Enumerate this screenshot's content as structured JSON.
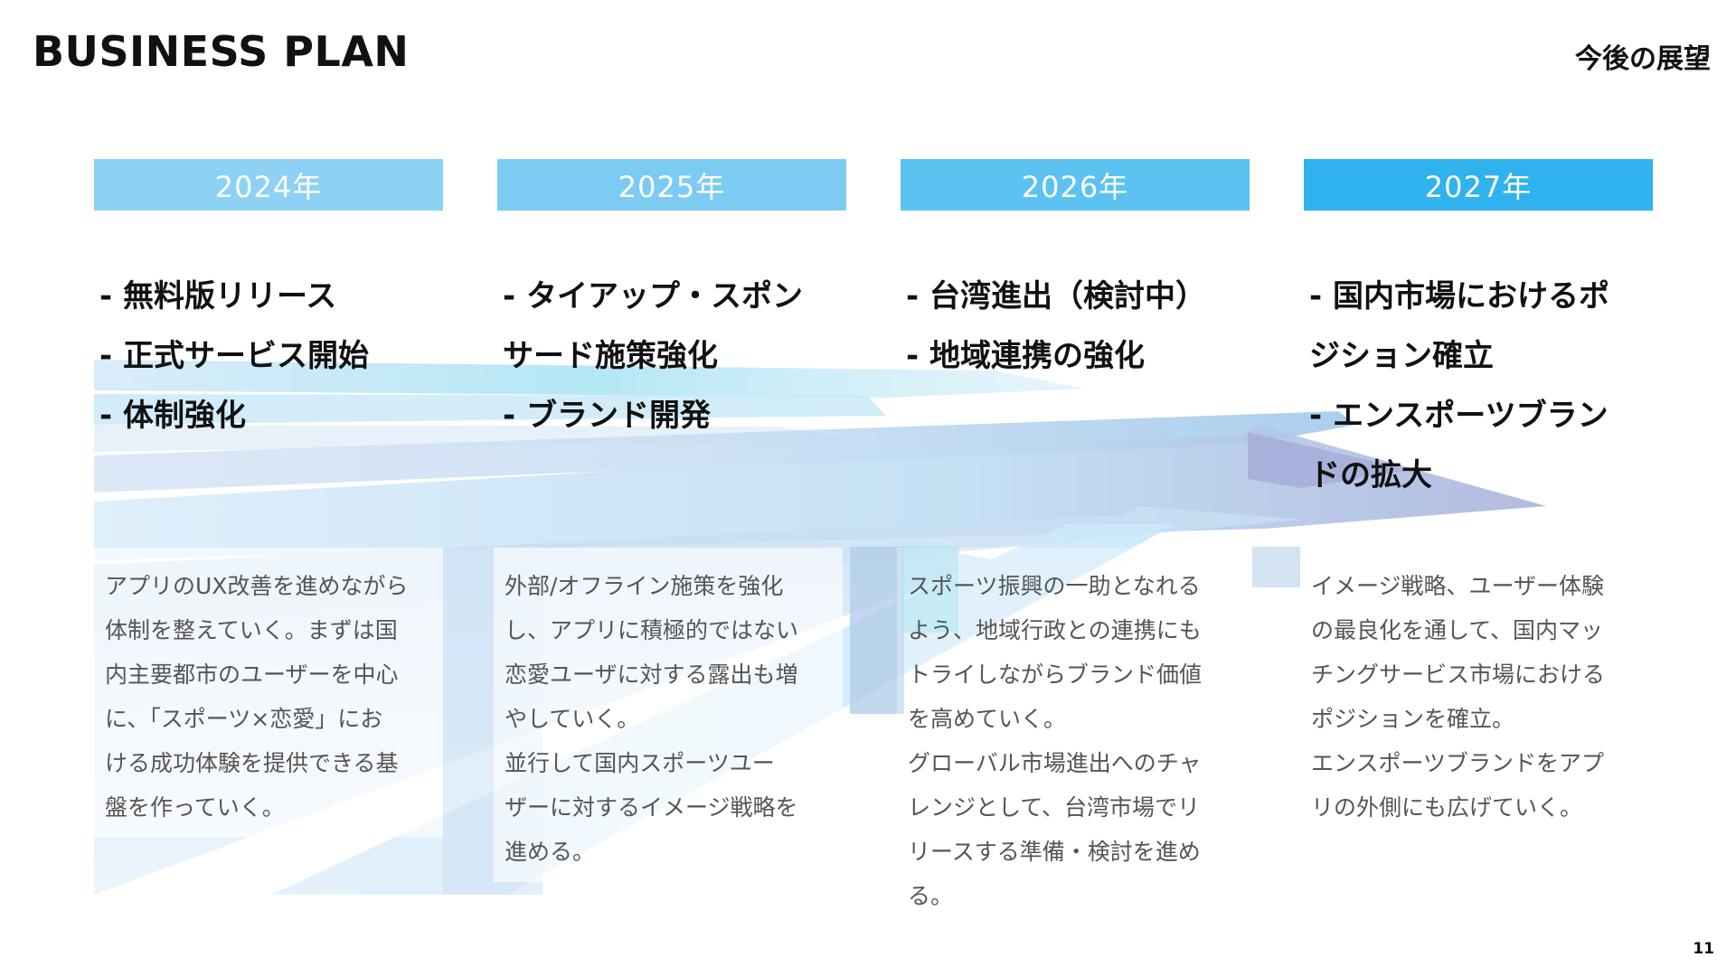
{
  "header": {
    "title": "BUSINESS PLAN",
    "section": "今後の展望"
  },
  "page_number": "11",
  "colors": {
    "header_2024": "#8dd1f5",
    "header_2025": "#7ccbf3",
    "header_2026": "#5cc2f1",
    "header_2027": "#2fb2ee",
    "arrow_light": "#d8ecfa",
    "arrow_mid": "#b9d8f2",
    "arrow_cyan": "#8fdcf2",
    "arrow_purple": "#a7afd8",
    "text_dark": "#111111",
    "text_desc": "#555555"
  },
  "columns": [
    {
      "year": "2024年",
      "goals": [
        "- 無料版リリース",
        "- 正式サービス開始",
        "- 体制強化"
      ],
      "description": [
        "アプリのUX改善を進めながら",
        "体制を整えていく。まずは国",
        "内主要都市のユーザーを中心",
        "に、「スポーツ×恋愛」にお",
        "ける成功体験を提供できる基",
        "盤を作っていく。"
      ]
    },
    {
      "year": "2025年",
      "goals": [
        "- タイアップ・スポン",
        "サード施策強化",
        "- ブランド開発"
      ],
      "description": [
        "外部/オフライン施策を強化",
        "し、アプリに積極的ではない",
        "恋愛ユーザに対する露出も増",
        "やしていく。",
        "並行して国内スポーツユー",
        "ザーに対するイメージ戦略を",
        "進める。"
      ]
    },
    {
      "year": "2026年",
      "goals": [
        "- 台湾進出（検討中）",
        "- 地域連携の強化"
      ],
      "description": [
        "スポーツ振興の一助となれる",
        "よう、地域行政との連携にも",
        "トライしながらブランド価値",
        "を高めていく。",
        "グローバル市場進出へのチャ",
        "レンジとして、台湾市場でリ",
        "リースする準備・検討を進め",
        "る。"
      ]
    },
    {
      "year": "2027年",
      "goals": [
        "- 国内市場におけるポ",
        "ジション確立",
        "- エンスポーツブラン",
        "ドの拡大"
      ],
      "description": [
        "イメージ戦略、ユーザー体験",
        "の最良化を通して、国内マッ",
        "チングサービス市場における",
        "ポジションを確立。",
        "エンスポーツブランドをアプ",
        "リの外側にも広げていく。"
      ]
    }
  ]
}
